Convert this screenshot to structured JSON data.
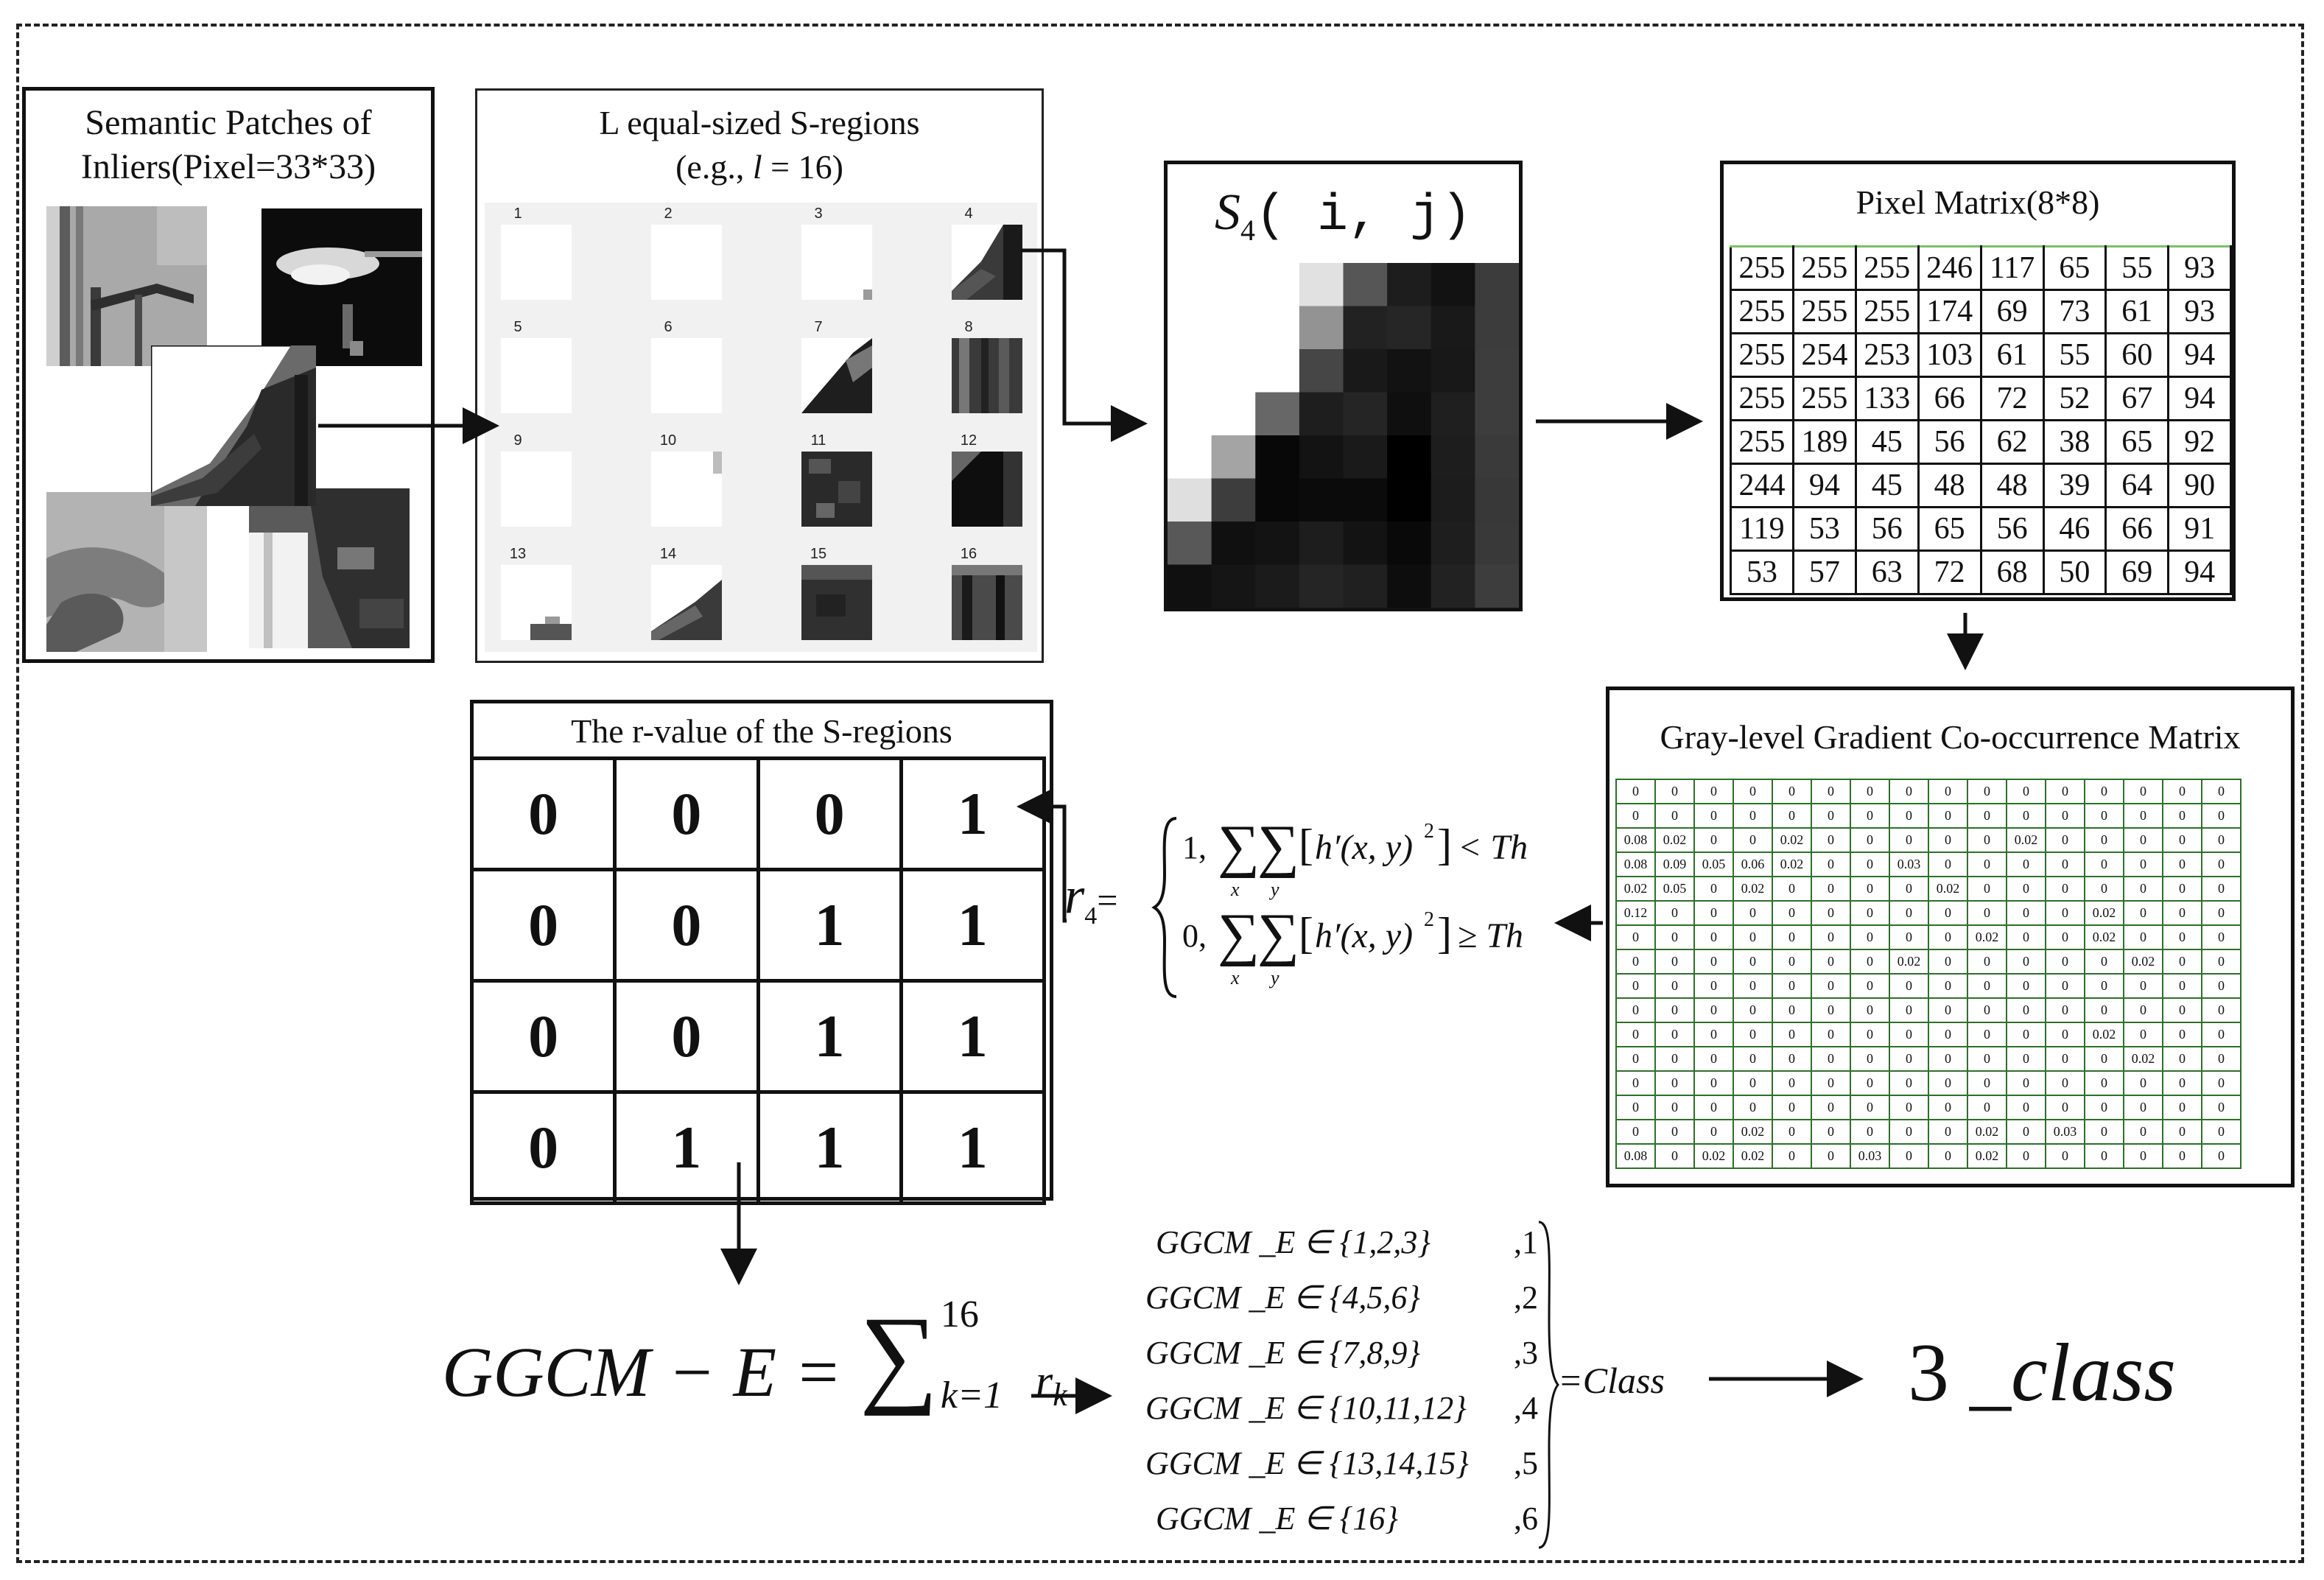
{
  "patches_panel": {
    "title_line1": "Semantic Patches of",
    "title_line2": "Inliers(Pixel=33*33)"
  },
  "sregions_panel": {
    "title_line1": "L equal-sized S-regions",
    "title_line2_prefix": "(e.g., ",
    "title_line2_var": "l",
    "title_line2_suffix": " = 16)",
    "region_numbers": [
      "1",
      "2",
      "3",
      "4",
      "5",
      "6",
      "7",
      "8",
      "9",
      "10",
      "11",
      "12",
      "13",
      "14",
      "15",
      "16"
    ]
  },
  "s4_panel": {
    "title_symbol": "S",
    "title_sub": "4",
    "title_args": "( i, j)",
    "pixel_gray": [
      [
        255,
        255,
        255,
        246,
        117,
        65,
        55,
        93
      ],
      [
        255,
        255,
        255,
        174,
        69,
        73,
        61,
        93
      ],
      [
        255,
        254,
        253,
        103,
        61,
        55,
        60,
        94
      ],
      [
        255,
        255,
        133,
        66,
        72,
        52,
        67,
        94
      ],
      [
        255,
        189,
        45,
        56,
        62,
        38,
        65,
        92
      ],
      [
        244,
        94,
        45,
        48,
        48,
        39,
        64,
        90
      ],
      [
        119,
        53,
        56,
        65,
        56,
        46,
        66,
        91
      ],
      [
        53,
        57,
        63,
        72,
        68,
        50,
        69,
        94
      ]
    ]
  },
  "pixel_matrix": {
    "title": "Pixel Matrix(8*8)",
    "rows": [
      [
        "255",
        "255",
        "255",
        "246",
        "117",
        "65",
        "55",
        "93"
      ],
      [
        "255",
        "255",
        "255",
        "174",
        "69",
        "73",
        "61",
        "93"
      ],
      [
        "255",
        "254",
        "253",
        "103",
        "61",
        "55",
        "60",
        "94"
      ],
      [
        "255",
        "255",
        "133",
        "66",
        "72",
        "52",
        "67",
        "94"
      ],
      [
        "255",
        "189",
        "45",
        "56",
        "62",
        "38",
        "65",
        "92"
      ],
      [
        "244",
        "94",
        "45",
        "48",
        "48",
        "39",
        "64",
        "90"
      ],
      [
        "119",
        "53",
        "56",
        "65",
        "56",
        "46",
        "66",
        "91"
      ],
      [
        "53",
        "57",
        "63",
        "72",
        "68",
        "50",
        "69",
        "94"
      ]
    ]
  },
  "ggcm_panel": {
    "title": "Gray-level Gradient Co-occurrence Matrix",
    "rows": [
      [
        "0",
        "0",
        "0",
        "0",
        "0",
        "0",
        "0",
        "0",
        "0",
        "0",
        "0",
        "0",
        "0",
        "0",
        "0",
        "0"
      ],
      [
        "0",
        "0",
        "0",
        "0",
        "0",
        "0",
        "0",
        "0",
        "0",
        "0",
        "0",
        "0",
        "0",
        "0",
        "0",
        "0"
      ],
      [
        "0.08",
        "0.02",
        "0",
        "0",
        "0.02",
        "0",
        "0",
        "0",
        "0",
        "0",
        "0.02",
        "0",
        "0",
        "0",
        "0",
        "0"
      ],
      [
        "0.08",
        "0.09",
        "0.05",
        "0.06",
        "0.02",
        "0",
        "0",
        "0.03",
        "0",
        "0",
        "0",
        "0",
        "0",
        "0",
        "0",
        "0"
      ],
      [
        "0.02",
        "0.05",
        "0",
        "0.02",
        "0",
        "0",
        "0",
        "0",
        "0.02",
        "0",
        "0",
        "0",
        "0",
        "0",
        "0",
        "0"
      ],
      [
        "0.12",
        "0",
        "0",
        "0",
        "0",
        "0",
        "0",
        "0",
        "0",
        "0",
        "0",
        "0",
        "0.02",
        "0",
        "0",
        "0"
      ],
      [
        "0",
        "0",
        "0",
        "0",
        "0",
        "0",
        "0",
        "0",
        "0",
        "0.02",
        "0",
        "0",
        "0.02",
        "0",
        "0",
        "0"
      ],
      [
        "0",
        "0",
        "0",
        "0",
        "0",
        "0",
        "0",
        "0.02",
        "0",
        "0",
        "0",
        "0",
        "0",
        "0.02",
        "0",
        "0"
      ],
      [
        "0",
        "0",
        "0",
        "0",
        "0",
        "0",
        "0",
        "0",
        "0",
        "0",
        "0",
        "0",
        "0",
        "0",
        "0",
        "0"
      ],
      [
        "0",
        "0",
        "0",
        "0",
        "0",
        "0",
        "0",
        "0",
        "0",
        "0",
        "0",
        "0",
        "0",
        "0",
        "0",
        "0"
      ],
      [
        "0",
        "0",
        "0",
        "0",
        "0",
        "0",
        "0",
        "0",
        "0",
        "0",
        "0",
        "0",
        "0.02",
        "0",
        "0",
        "0"
      ],
      [
        "0",
        "0",
        "0",
        "0",
        "0",
        "0",
        "0",
        "0",
        "0",
        "0",
        "0",
        "0",
        "0",
        "0.02",
        "0",
        "0"
      ],
      [
        "0",
        "0",
        "0",
        "0",
        "0",
        "0",
        "0",
        "0",
        "0",
        "0",
        "0",
        "0",
        "0",
        "0",
        "0",
        "0"
      ],
      [
        "0",
        "0",
        "0",
        "0",
        "0",
        "0",
        "0",
        "0",
        "0",
        "0",
        "0",
        "0",
        "0",
        "0",
        "0",
        "0"
      ],
      [
        "0",
        "0",
        "0",
        "0.02",
        "0",
        "0",
        "0",
        "0",
        "0",
        "0.02",
        "0",
        "0.03",
        "0",
        "0",
        "0",
        "0"
      ],
      [
        "0.08",
        "0",
        "0.02",
        "0.02",
        "0",
        "0",
        "0.03",
        "0",
        "0",
        "0.02",
        "0",
        "0",
        "0",
        "0",
        "0",
        "0"
      ]
    ]
  },
  "rvalue_panel": {
    "title": "The r-value of the S-regions",
    "rows": [
      [
        "0",
        "0",
        "0",
        "1"
      ],
      [
        "0",
        "0",
        "1",
        "1"
      ],
      [
        "0",
        "0",
        "1",
        "1"
      ],
      [
        "0",
        "1",
        "1",
        "1"
      ]
    ]
  },
  "r_formula": {
    "lhs": "r",
    "lhs_sub": "4",
    "eq": "=",
    "case1_value": "1,",
    "case2_value": "0,",
    "sum_x": "x",
    "sum_y": "y",
    "term": "h′(x, y)",
    "exponent": "2",
    "case1_op": "< Th",
    "case2_op": "≥ Th"
  },
  "ggcm_sum": {
    "lhs": "GGCM − E =",
    "upper": "16",
    "lower": "k=1",
    "term": "r",
    "term_sub": "k"
  },
  "class_rules": [
    {
      "cond": "GGCM _E ∈ {1,2,3}",
      "label": ",1"
    },
    {
      "cond": "GGCM _E ∈ {4,5,6}",
      "label": ",2"
    },
    {
      "cond": "GGCM _E ∈ {7,8,9}",
      "label": ",3"
    },
    {
      "cond": "GGCM _E ∈ {10,11,12}",
      "label": ",4"
    },
    {
      "cond": "GGCM _E ∈ {13,14,15}",
      "label": ",5"
    },
    {
      "cond": "GGCM _E ∈ {16}",
      "label": ",6"
    }
  ],
  "class_eq": "=Class",
  "result": {
    "prefix": "3 _",
    "word": "class"
  }
}
